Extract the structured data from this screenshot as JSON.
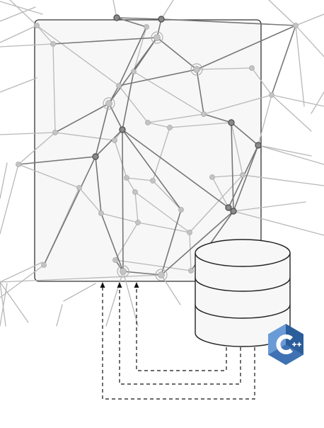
{
  "diagram": {
    "background": "#ffffff",
    "panel_fill": "#f7f7f7",
    "panel_stroke": "#333333",
    "network_color_dark": "#777777",
    "network_color_light": "#b8b8b8",
    "database_fill": "#f7f7f7",
    "database_stroke": "#222222",
    "connector_style": "dashed",
    "connector_count": 3,
    "logo": {
      "icon_name": "cpp-logo-icon",
      "text": "C++",
      "color_dark": "#2b5d9a",
      "color_light": "#6a9bd6"
    }
  }
}
